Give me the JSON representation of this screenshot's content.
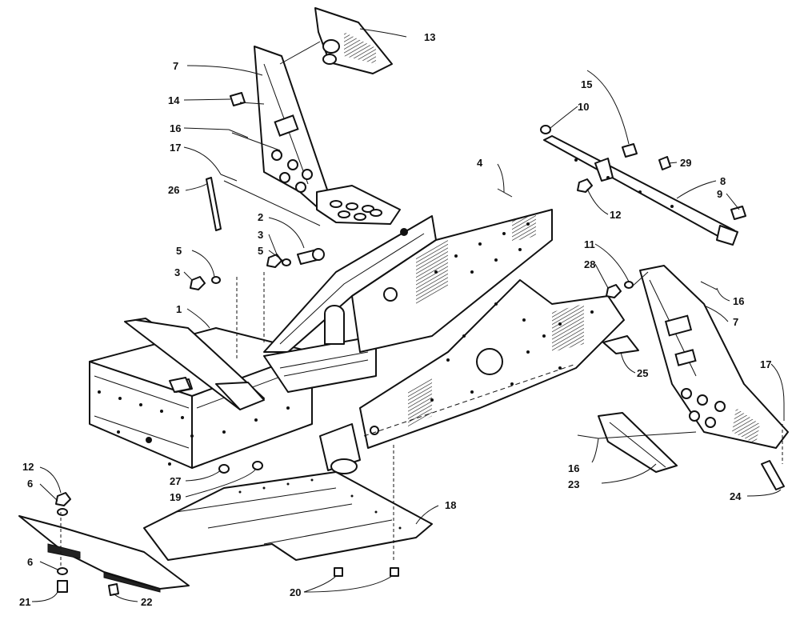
{
  "callouts": {
    "c1": "1",
    "c2": "2",
    "c3a": "3",
    "c3b": "3",
    "c4": "4",
    "c5a": "5",
    "c5b": "5",
    "c6a": "6",
    "c6b": "6",
    "c7a": "7",
    "c7b": "7",
    "c8": "8",
    "c9": "9",
    "c10": "10",
    "c11": "11",
    "c12a": "12",
    "c12b": "12",
    "c13": "13",
    "c14": "14",
    "c15": "15",
    "c16a": "16",
    "c16b": "16",
    "c16c": "16",
    "c17a": "17",
    "c17b": "17",
    "c18": "18",
    "c19": "19",
    "c20": "20",
    "c21": "21",
    "c22": "22",
    "c23": "23",
    "c24": "24",
    "c25": "25",
    "c26": "26",
    "c27": "27",
    "c28": "28",
    "c29": "29"
  },
  "colors": {
    "ink": "#111111",
    "background": "#ffffff"
  }
}
